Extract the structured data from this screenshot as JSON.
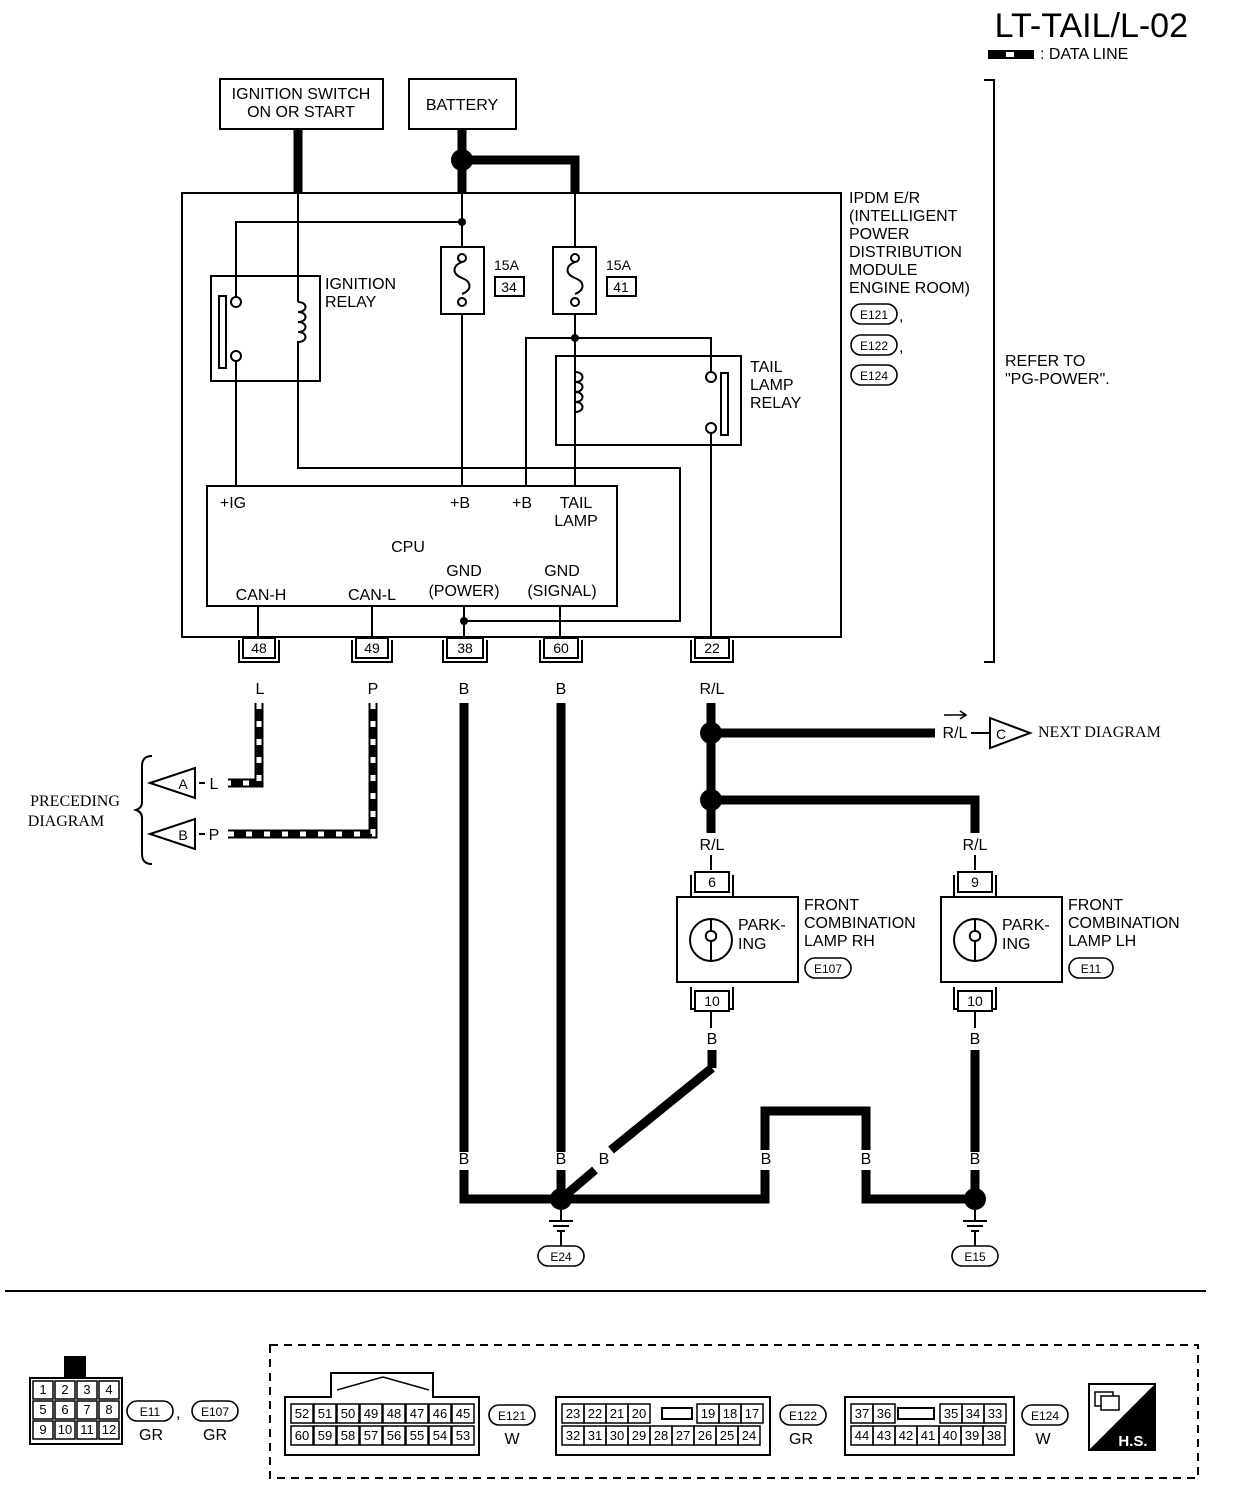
{
  "header": {
    "title": "LT-TAIL/L-02",
    "legend_text": ": DATA LINE"
  },
  "power_sources": {
    "ignition_line1": "IGNITION SWITCH",
    "ignition_line2": "ON OR START",
    "battery": "BATTERY"
  },
  "ipdm": {
    "title_lines": [
      "IPDM E/R",
      "(INTELLIGENT",
      "POWER",
      "DISTRIBUTION",
      "MODULE",
      "ENGINE ROOM)"
    ],
    "connectors": [
      "E121",
      "E122",
      "E124"
    ],
    "refer_line1": "REFER TO",
    "refer_line2": "\"PG-POWER\"."
  },
  "relays": {
    "ignition": [
      "IGNITION",
      "RELAY"
    ],
    "tail": [
      "TAIL",
      "LAMP",
      "RELAY"
    ]
  },
  "fuses": [
    {
      "rating": "15A",
      "number": "34"
    },
    {
      "rating": "15A",
      "number": "41"
    }
  ],
  "cpu": {
    "label": "CPU",
    "plus_ig": "+IG",
    "plus_b1": "+B",
    "plus_b2": "+B",
    "tail_line1": "TAIL",
    "tail_line2": "LAMP",
    "gnd_power1": "GND",
    "gnd_power2": "(POWER)",
    "gnd_signal1": "GND",
    "gnd_signal2": "(SIGNAL)",
    "can_h": "CAN-H",
    "can_l": "CAN-L"
  },
  "terminals": [
    "48",
    "49",
    "38",
    "60",
    "22"
  ],
  "wire_colors": {
    "l": "L",
    "p": "P",
    "b": "B",
    "rl": "R/L"
  },
  "offpage": {
    "a": "A",
    "b": "B",
    "c": "C",
    "preceding1": "PRECEDING",
    "preceding2": "DIAGRAM",
    "next": "NEXT DIAGRAM"
  },
  "lamps": {
    "rh": {
      "title1": "FRONT",
      "title2": "COMBINATION",
      "title3": "LAMP RH",
      "connector": "E107",
      "pin_in": "6",
      "pin_out": "10",
      "label1": "PARK-",
      "label2": "ING"
    },
    "lh": {
      "title1": "FRONT",
      "title2": "COMBINATION",
      "title3": "LAMP LH",
      "connector": "E11",
      "pin_in": "9",
      "pin_out": "10",
      "label1": "PARK-",
      "label2": "ING"
    }
  },
  "grounds": [
    "E24",
    "E15"
  ],
  "connector_views": {
    "small_pins": [
      "1",
      "2",
      "3",
      "4",
      "5",
      "6",
      "7",
      "8",
      "9",
      "10",
      "11",
      "12"
    ],
    "small_ids": [
      "E11",
      "E107"
    ],
    "small_colors": [
      "GR",
      "GR"
    ],
    "e121": {
      "id": "E121",
      "color": "W",
      "row1": [
        "52",
        "51",
        "50",
        "49",
        "48",
        "47",
        "46",
        "45"
      ],
      "row2": [
        "60",
        "59",
        "58",
        "57",
        "56",
        "55",
        "54",
        "53"
      ]
    },
    "e122": {
      "id": "E122",
      "color": "GR",
      "row1a": [
        "23",
        "22",
        "21",
        "20"
      ],
      "row1b": [
        "19",
        "18",
        "17"
      ],
      "row2": [
        "32",
        "31",
        "30",
        "29",
        "28",
        "27",
        "26",
        "25",
        "24"
      ]
    },
    "e124": {
      "id": "E124",
      "color": "W",
      "row1a": [
        "37",
        "36"
      ],
      "row1b": [
        "35",
        "34",
        "33"
      ],
      "row2": [
        "44",
        "43",
        "42",
        "41",
        "40",
        "39",
        "38"
      ]
    },
    "hs": "H.S."
  }
}
